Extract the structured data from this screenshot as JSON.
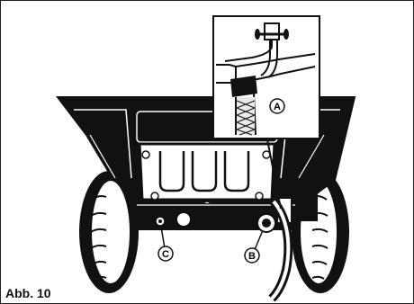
{
  "figure": {
    "caption": "Abb. 10",
    "callouts": {
      "a": "A",
      "b": "B",
      "c": "C"
    }
  },
  "colors": {
    "ink": "#111111",
    "paper": "#ffffff",
    "highlight": "#e9e9e9"
  }
}
